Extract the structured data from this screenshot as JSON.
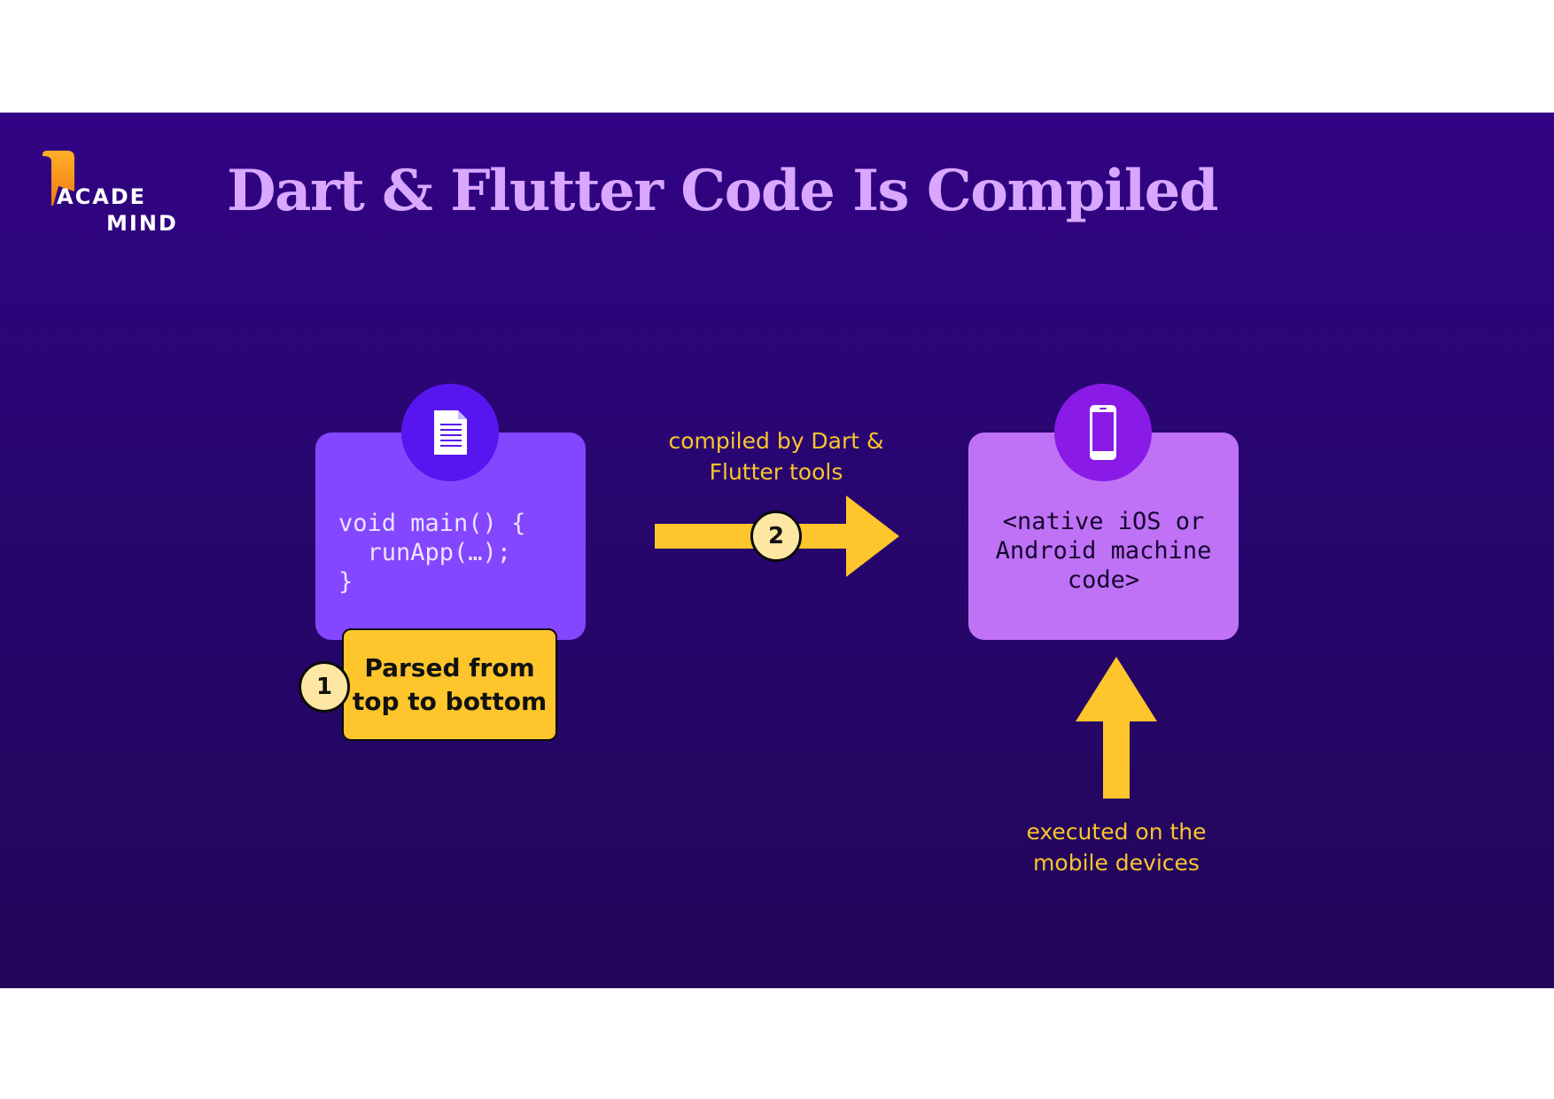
{
  "header": {
    "logo_line1": "ACADE",
    "logo_line2": "MIND",
    "title": "Dart & Flutter Code Is Compiled"
  },
  "diagram": {
    "source_card": {
      "icon": "document-icon",
      "code": "void main() {\n  runApp(…);\n}"
    },
    "step1": {
      "number": "1",
      "note": "Parsed from top to bottom"
    },
    "step2": {
      "number": "2",
      "label": "compiled by Dart & Flutter tools"
    },
    "target_card": {
      "icon": "phone-icon",
      "text": "<native iOS or\nAndroid machine\ncode>"
    },
    "executed_label": "executed on the mobile devices"
  },
  "colors": {
    "background": "#2a0672",
    "title": "#d9a7ff",
    "source_card": "#8446ff",
    "target_card": "#bf72f6",
    "accent_yellow": "#fec52c",
    "badge": "#fde7a2"
  }
}
